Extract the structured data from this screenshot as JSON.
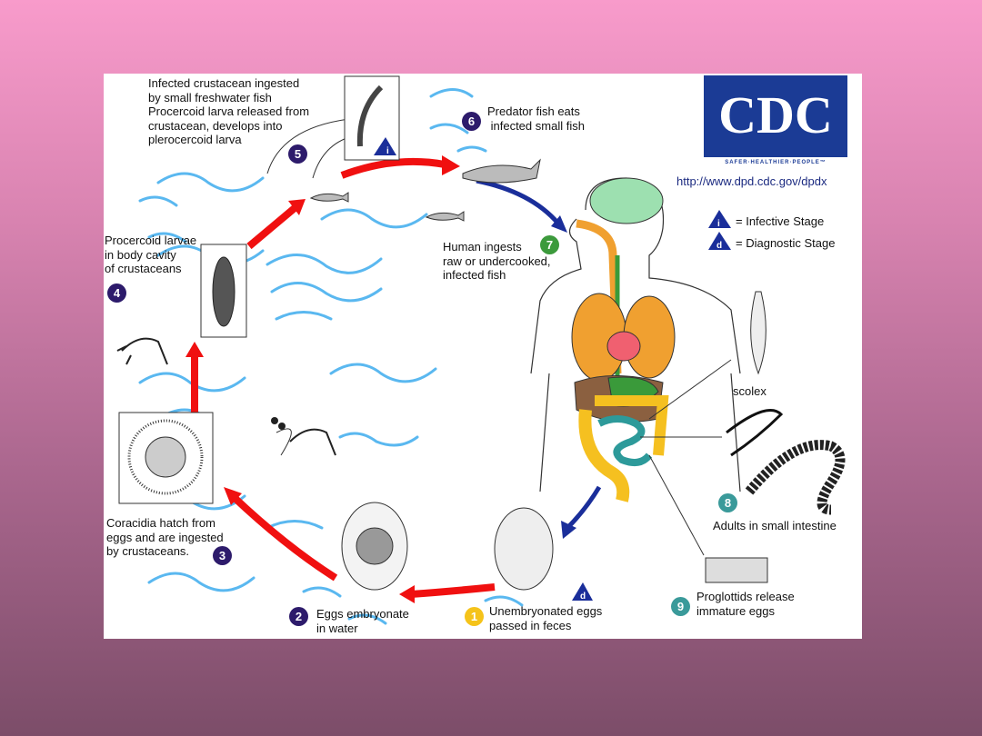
{
  "logo": {
    "text": "CDC",
    "tagline": "SAFER·HEALTHIER·PEOPLE™"
  },
  "url": "http://www.dpd.cdc.gov/dpdx",
  "legend": [
    {
      "symbol": "i",
      "label": "= Infective Stage"
    },
    {
      "symbol": "d",
      "label": "= Diagnostic Stage"
    }
  ],
  "steps": [
    {
      "n": "1",
      "text": "Unembryonated eggs\npassed in feces",
      "color": "#f5c31a"
    },
    {
      "n": "2",
      "text": "Eggs embryonate\nin water",
      "color": "#2d1b6b"
    },
    {
      "n": "3",
      "text": "Coracidia hatch from\neggs and are ingested\nby crustaceans.",
      "color": "#2d1b6b"
    },
    {
      "n": "4",
      "text": "Procercoid larvae\nin body cavity\nof crustaceans",
      "color": "#2d1b6b"
    },
    {
      "n": "5",
      "text": "Infected crustacean ingested\nby small freshwater fish\nProcercoid larva released from\ncrustacean, develops into\nplerocercoid larva",
      "color": "#2d1b6b"
    },
    {
      "n": "6",
      "text": "Predator fish eats\n infected small fish",
      "color": "#2d1b6b"
    },
    {
      "n": "7",
      "text": "Human ingests\nraw or undercooked,\ninfected fish",
      "color": "#3c9a3c"
    },
    {
      "n": "8",
      "text": "Adults in small intestine",
      "color": "#3a9a9a"
    },
    {
      "n": "9",
      "text": "Proglottids release\nimmature eggs",
      "color": "#3a9a9a"
    }
  ],
  "scolex_label": "scolex",
  "colors": {
    "arrow_red": "#f01010",
    "arrow_blue": "#1a2e9a",
    "water": "#5ab8f0"
  }
}
